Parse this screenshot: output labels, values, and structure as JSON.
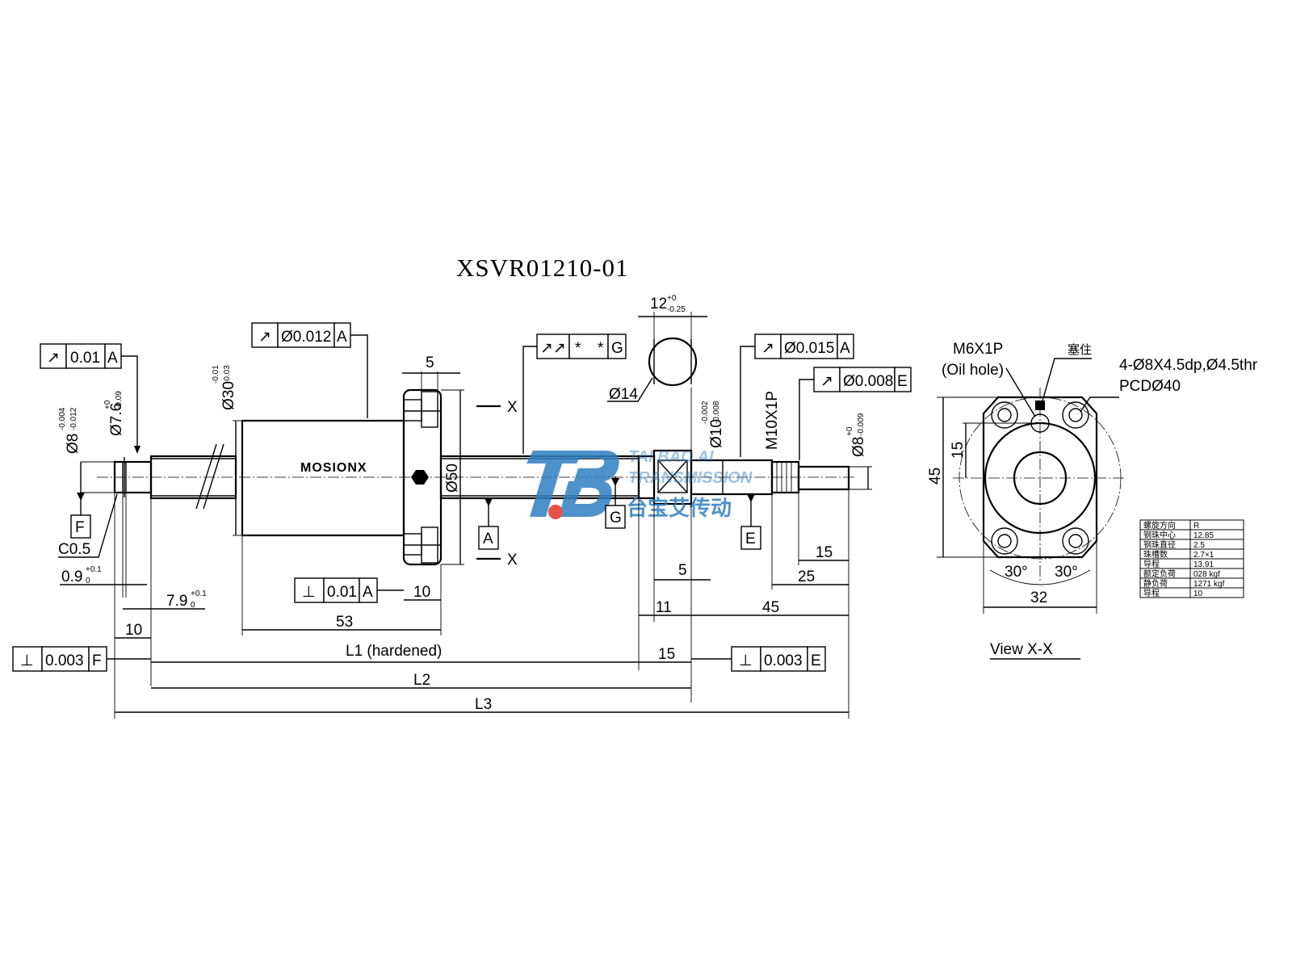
{
  "title": "XSVR01210-01",
  "logo": {
    "text": "MOSIONX"
  },
  "watermark": {
    "mark": "TB",
    "line1": "TAI BAO AI",
    "line2": "TRANSMISSION",
    "cn": "台宝艾传动",
    "color_blue": "#2f7fc1",
    "color_red": "#e2342b"
  },
  "fcf": {
    "runout_left": {
      "symbol": "↗",
      "value": "0.01",
      "datum": "A"
    },
    "runout_nut": {
      "symbol": "↗",
      "value": "Ø0.012",
      "datum": "A"
    },
    "runout_total": {
      "symbol": "↗↗",
      "value": "*",
      "value2": "*",
      "datum": "G"
    },
    "runout_right": {
      "symbol": "↗",
      "value": "Ø0.015",
      "datum": "A"
    },
    "runout_end": {
      "symbol": "↗",
      "value": "Ø0.008",
      "datum": "E"
    },
    "perp_flange": {
      "symbol": "⊥",
      "value": "0.01",
      "datum": "A"
    },
    "perp_left": {
      "symbol": "⊥",
      "value": "0.003",
      "datum": "F"
    },
    "perp_right": {
      "symbol": "⊥",
      "value": "0.003",
      "datum": "E"
    }
  },
  "datums": {
    "F": "F",
    "A": "A",
    "G": "G",
    "E": "E"
  },
  "dims": {
    "d8": "Ø8",
    "d8_tol_up": "-0.004",
    "d8_tol_lo": "-0.012",
    "d76": "Ø7.6",
    "d76_tol_up": "+0",
    "d76_tol_lo": "-0.09",
    "d30": "Ø30",
    "d30_tol_up": "-0.01",
    "d30_tol_lo": "-0.03",
    "d50": "Ø50",
    "d10": "Ø10",
    "d10_tol_up": "-0.002",
    "d10_tol_lo": "-0.008",
    "m10": "M10X1P",
    "d8r": "Ø8",
    "d8r_tol_up": "+0",
    "d8r_tol_lo": "-0.009",
    "w12": "12",
    "w12_tol_up": "+0",
    "w12_tol_lo": "-0.25",
    "d14": "Ø14",
    "f5": "5",
    "x_upper": "X",
    "x_lower": "X",
    "c05": "C0.5",
    "d09": "0.9",
    "d09_tol_up": "+0.1",
    "d09_tol_lo": "0",
    "d79": "7.9",
    "d79_tol_up": "+0.1",
    "d79_tol_lo": "0",
    "d10a": "10",
    "d10b": "10",
    "d53": "53",
    "d5b": "5",
    "d11": "11",
    "d45": "45",
    "d25": "25",
    "d15a": "15",
    "d15b": "15",
    "l1": "L1 (hardened)",
    "l2": "L2",
    "l3": "L3"
  },
  "view": {
    "label": "View  X-X",
    "m6": "M6X1P",
    "oil": "(Oil hole)",
    "plug": "塞住",
    "holes": "4-Ø8X4.5dp,Ø4.5thr",
    "pcd": "PCDØ40",
    "h45": "45",
    "h15": "15",
    "w32": "32",
    "a1": "30°",
    "a2": "30°"
  },
  "spec_table": {
    "rows": [
      [
        "螺旋方向",
        "R"
      ],
      [
        "钢珠中心",
        "12.85"
      ],
      [
        "钢珠直径",
        "2.5"
      ],
      [
        "珠槽数",
        "2.7×1"
      ],
      [
        "导程",
        "13.91"
      ],
      [
        "额定负荷",
        "028 kgf"
      ],
      [
        "静负荷",
        "1271 kgf"
      ],
      [
        "导程",
        "10"
      ]
    ]
  }
}
